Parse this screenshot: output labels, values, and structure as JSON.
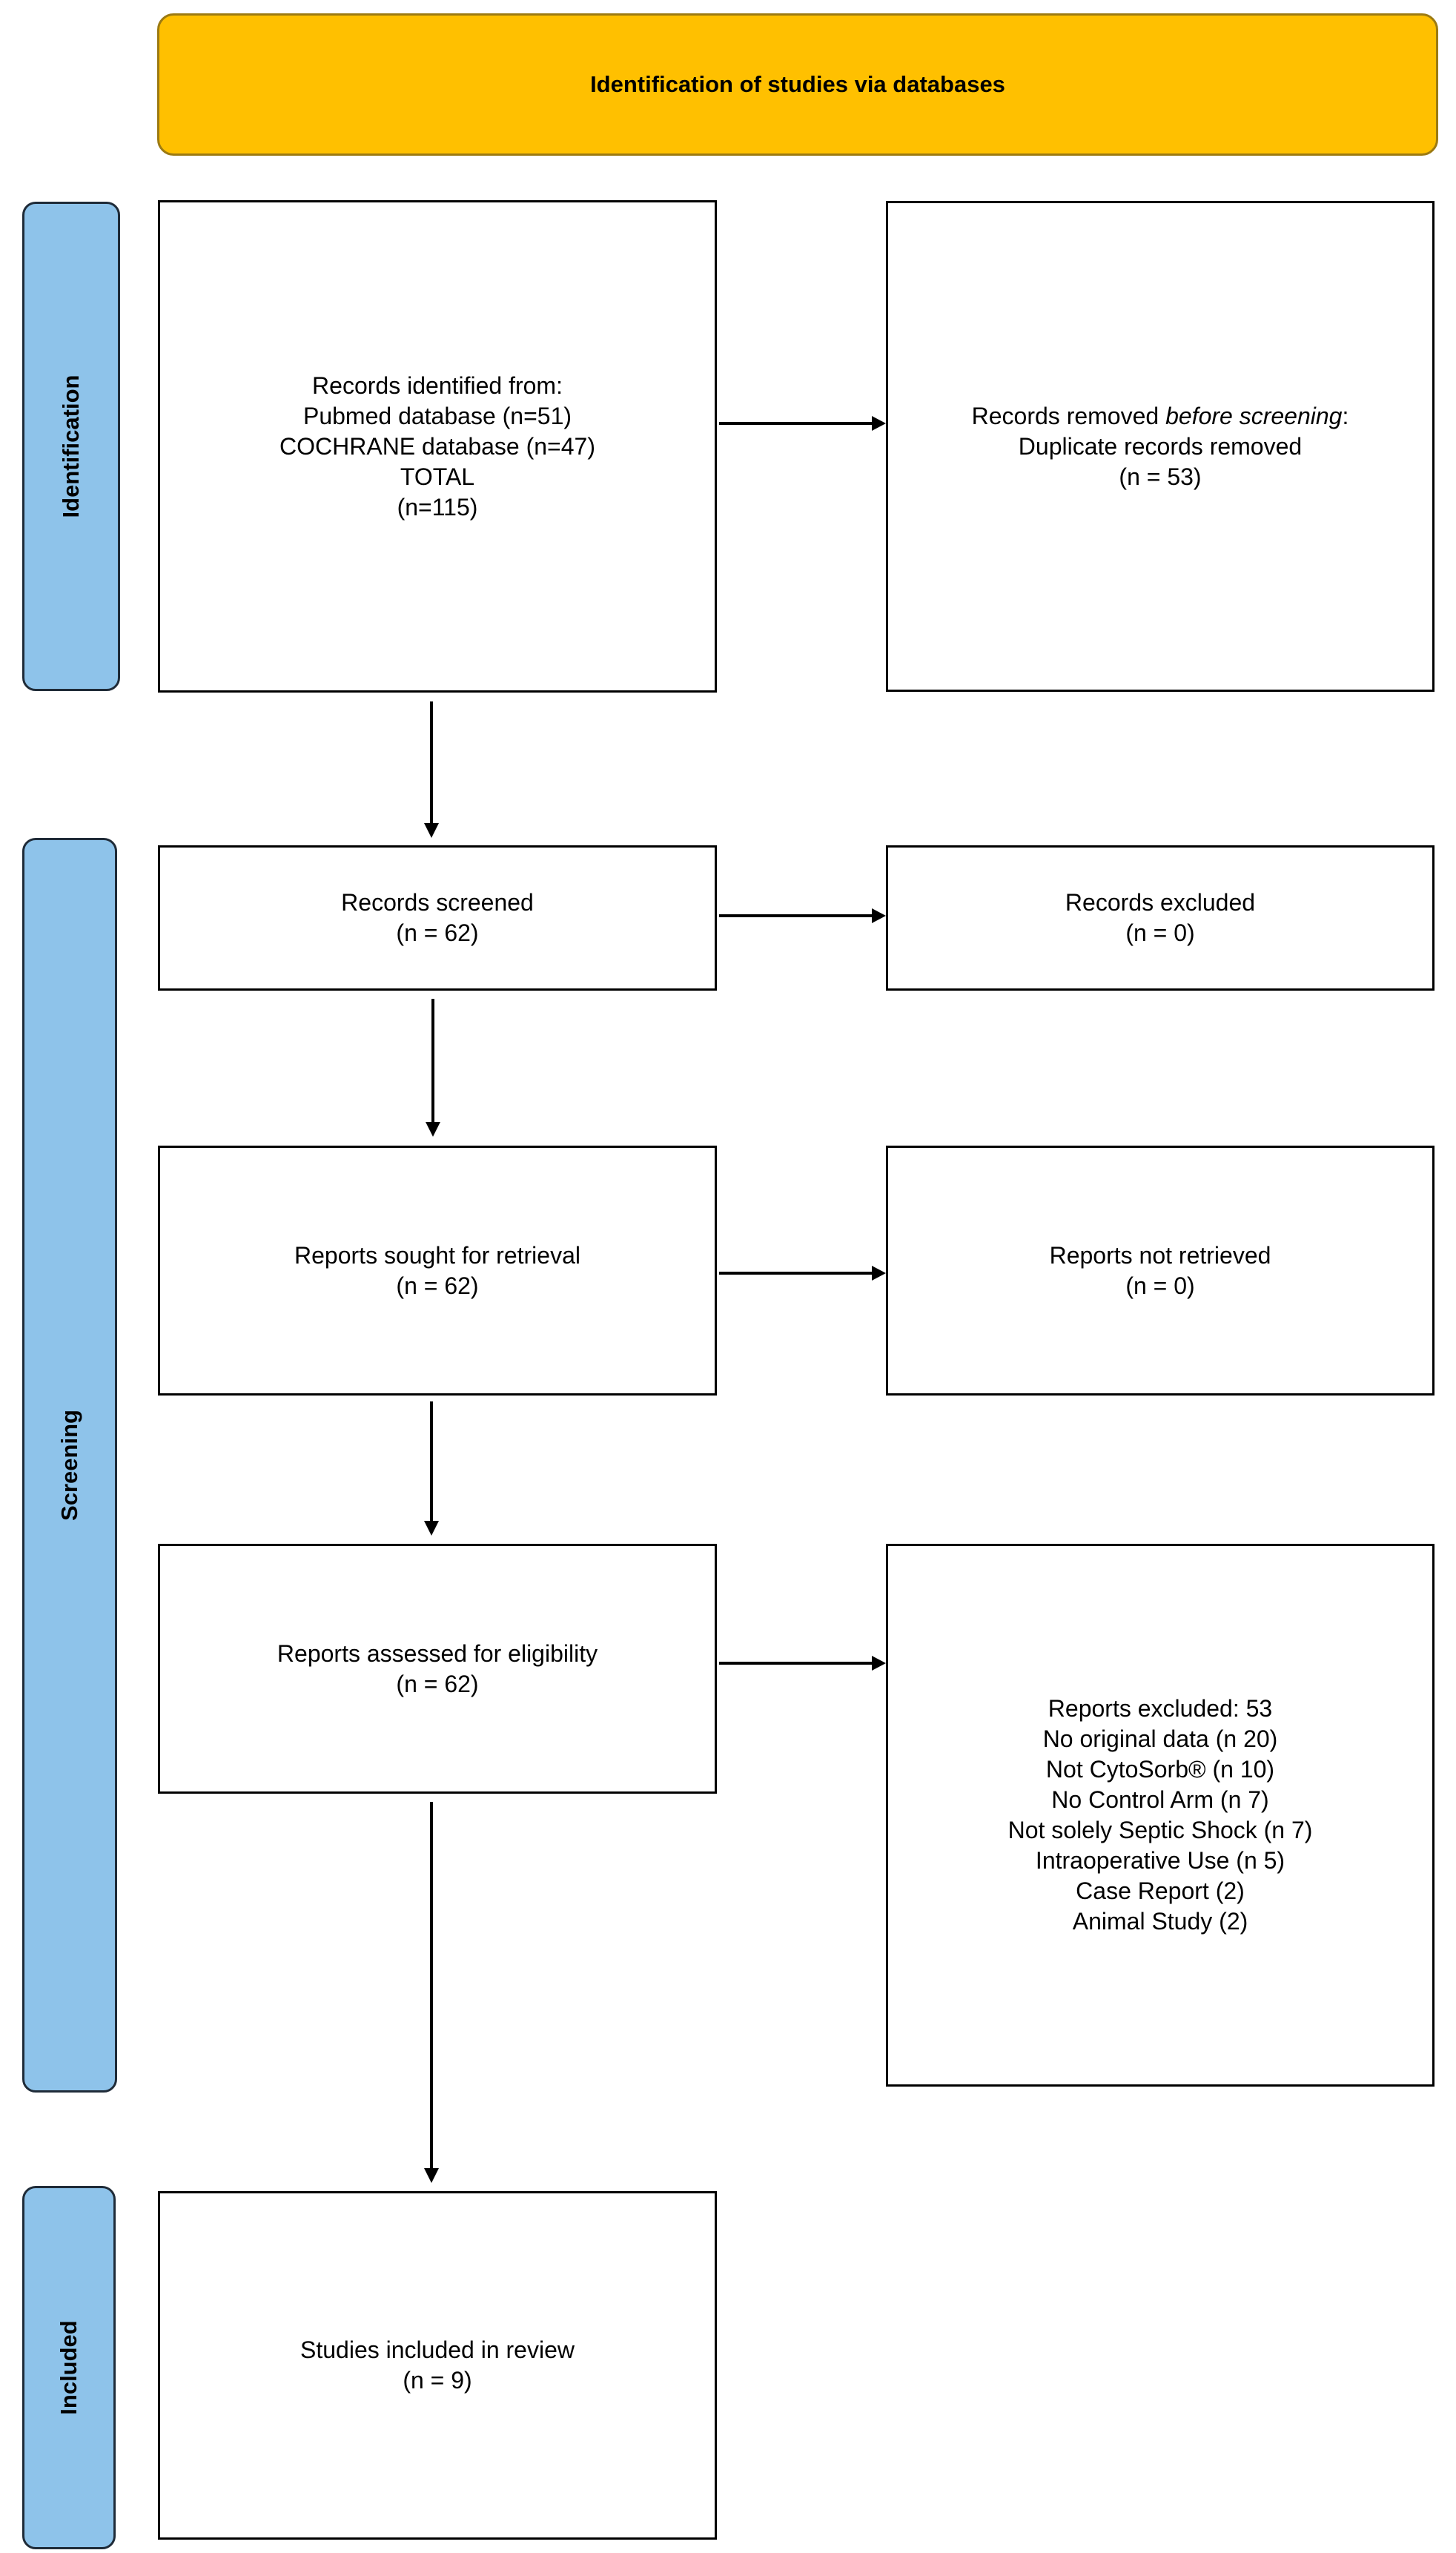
{
  "header": {
    "title": "Identification of studies via databases",
    "color": "#FFC000"
  },
  "phases": {
    "identification": "Identification",
    "screening": "Screening",
    "included": "Included",
    "color": "#8EC3EA"
  },
  "boxes": {
    "records_identified": {
      "lines": [
        "Records identified from:",
        "Pubmed database (n=51)",
        "COCHRANE database (n=47)",
        "TOTAL",
        "(n=115)"
      ]
    },
    "records_removed": {
      "line1_prefix": "Records removed ",
      "line1_italic": "before screening",
      "line1_suffix": ":",
      "lines": [
        "Duplicate records removed",
        "(n = 53)"
      ]
    },
    "records_screened": {
      "lines": [
        "Records screened",
        "(n = 62)"
      ]
    },
    "records_excluded": {
      "lines": [
        "Records excluded",
        "(n = 0)"
      ]
    },
    "reports_sought": {
      "lines": [
        "Reports sought for retrieval",
        "(n = 62)"
      ]
    },
    "reports_not_retrieved": {
      "lines": [
        "Reports not retrieved",
        "(n = 0)"
      ]
    },
    "reports_assessed": {
      "lines": [
        "Reports assessed for eligibility",
        "(n = 62)"
      ]
    },
    "reports_excluded": {
      "lines": [
        "Reports excluded: 53",
        "No original data (n 20)",
        "Not CytoSorb® (n 10)",
        "No Control Arm (n 7)",
        "Not solely Septic Shock (n 7)",
        "Intraoperative Use (n 5)",
        "Case Report (2)",
        "Animal Study (2)"
      ]
    },
    "studies_included": {
      "lines": [
        "Studies included in review",
        "(n = 9)"
      ]
    }
  }
}
